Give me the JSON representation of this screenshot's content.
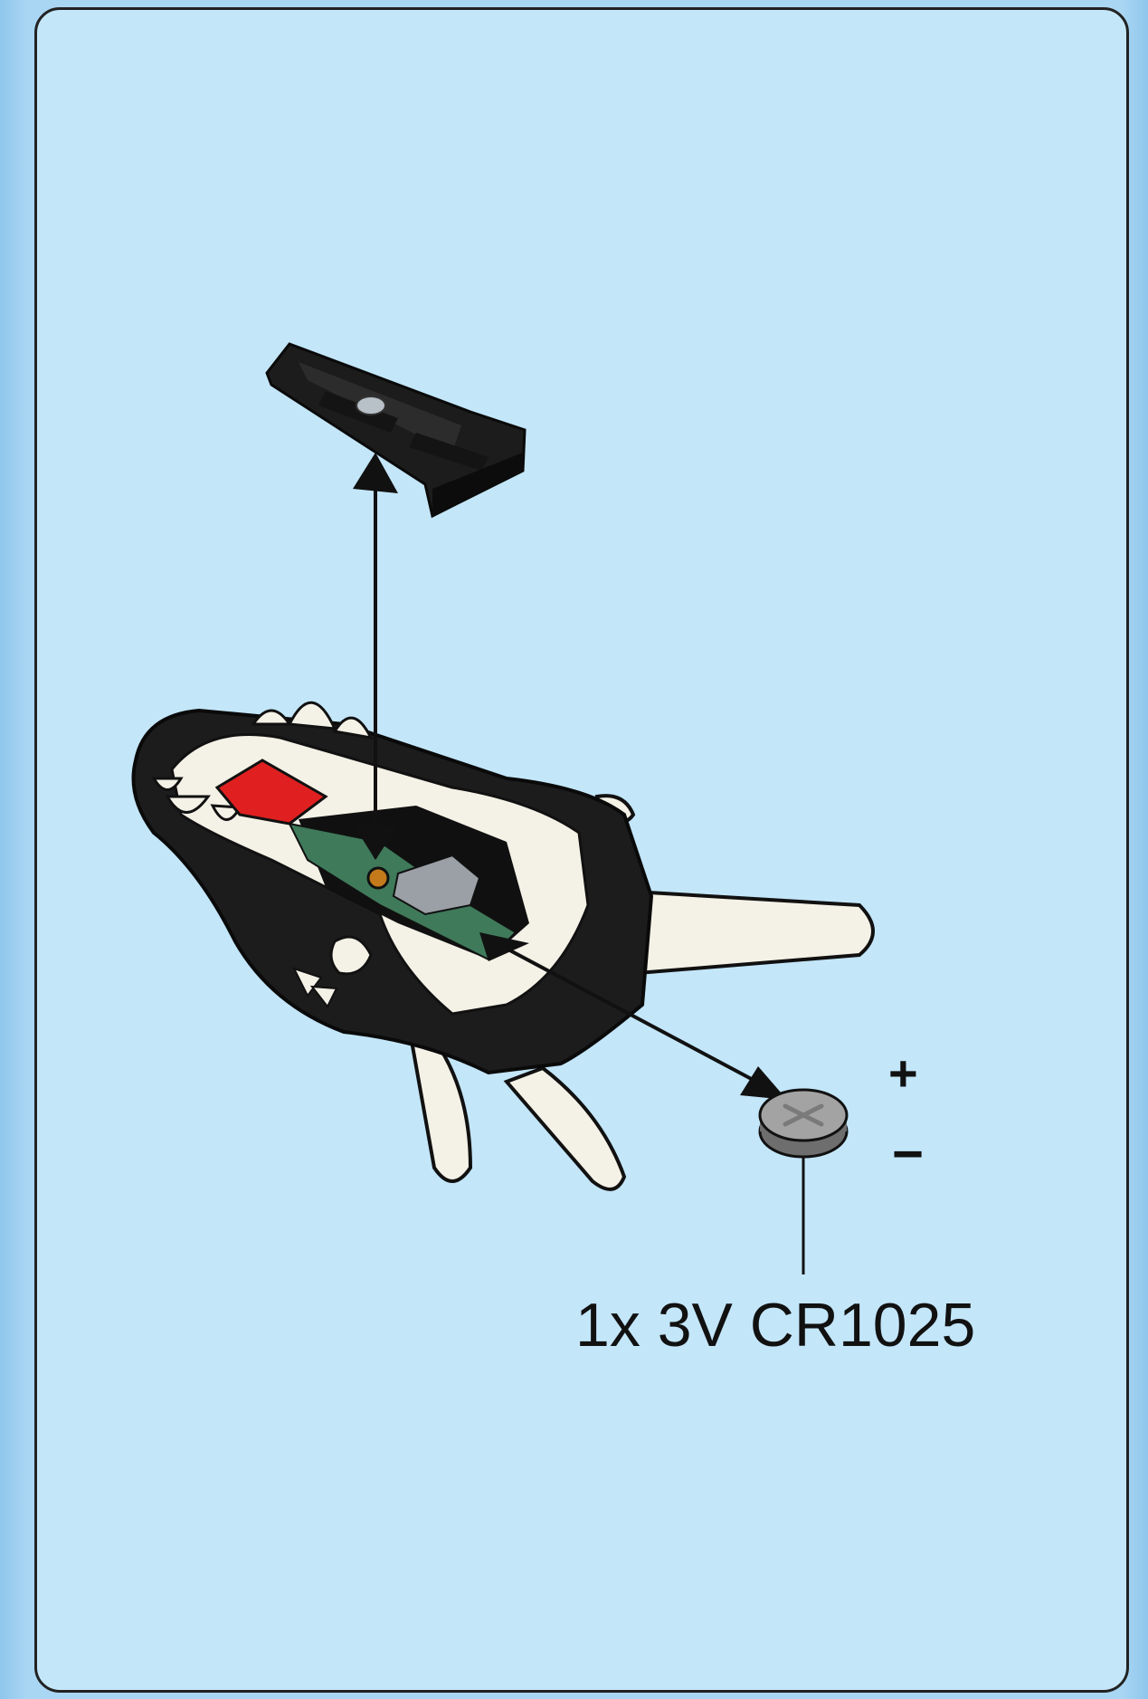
{
  "diagram": {
    "battery_label": "1x 3V CR1025",
    "polarity_plus": "+",
    "polarity_minus": "−",
    "colors": {
      "panel_background": "#c3e6f9",
      "outer_background": "#a9d6f3",
      "outline": "#222222",
      "body_black": "#1c1c1c",
      "bone_white": "#f4f1e6",
      "red_part": "#e02020",
      "circuit_green": "#3f7a5a",
      "battery_gray": "#9a9a9a"
    },
    "icons": [
      "battery-cover",
      "skull-head-toy",
      "coin-battery",
      "arrow-up",
      "arrow-in"
    ]
  }
}
